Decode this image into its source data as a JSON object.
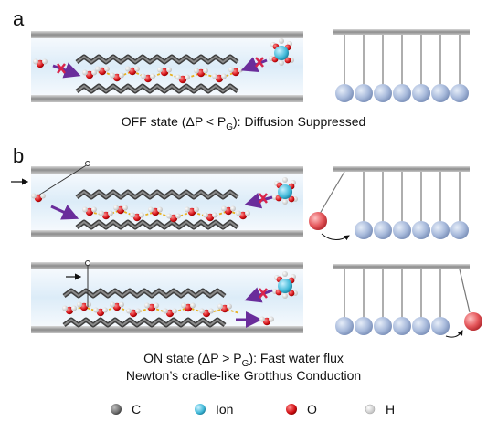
{
  "panels": {
    "a": {
      "letter": "a"
    },
    "b": {
      "letter": "b"
    }
  },
  "captions": {
    "off_state": {
      "prefix": "OFF state (ΔP < P",
      "sub": "G",
      "suffix": "): Diffusion Suppressed"
    },
    "on_state": {
      "prefix": "ON state (ΔP > P",
      "sub": "G",
      "suffix": "): Fast water flux"
    },
    "mechanism": "Newton’s cradle-like Grotthus Conduction"
  },
  "legend": [
    {
      "symbol": "carbon",
      "label": "C"
    },
    {
      "symbol": "ion",
      "label": "Ion"
    },
    {
      "symbol": "oxygen",
      "label": "O"
    },
    {
      "symbol": "hydrogen",
      "label": "H"
    }
  ],
  "colors": {
    "carbon": "#6f6f6f",
    "ion": "#3fb8d8",
    "oxygen": "#d10f14",
    "hydrogen": "#f2f2f2",
    "cradle_ball": "#9fb3d6",
    "cradle_ball_active": "#e2555a",
    "hydrogen_bond": "#e8b020",
    "flow_arrow": "#6a2d9b",
    "block_x": "#d9234a",
    "channel_fill": "#eaf4fb",
    "channel_wall": "#9a9a9a"
  }
}
